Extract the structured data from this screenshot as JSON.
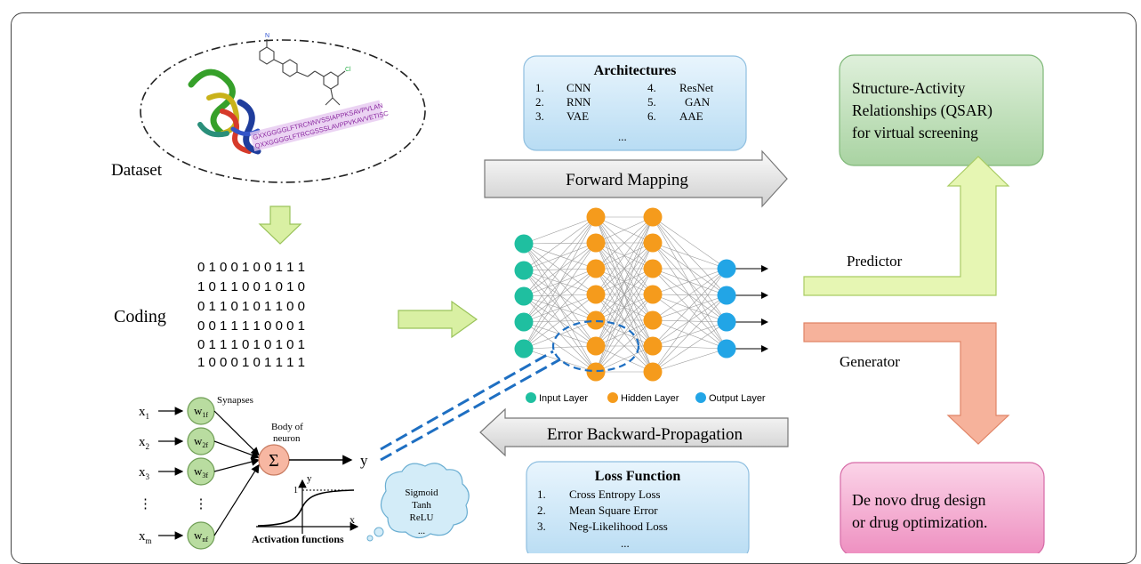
{
  "dataset": {
    "label": "Dataset",
    "sequence_lines": [
      "GXXGGGGLFTRCNNVSSIAPPKSAVPVLAN",
      "QXXGGGGLFTRCGSSSLAVPPVKAVVETISC"
    ]
  },
  "coding": {
    "label": "Coding",
    "matrix": [
      "0 1 0 0 1 0 0 1 1 1",
      "1 0 1 1 0 0 1 0 1 0",
      "0 1 1 0 1 0 1 1 0 0",
      "0 0 1 1 1 1 0 0 0 1",
      "0 1 1 1 0 1 0 1 0 1",
      "1 0 0 0 1 0 1 1 1 1"
    ]
  },
  "architectures": {
    "title": "Architectures",
    "items": [
      {
        "num": "1.",
        "name": "CNN"
      },
      {
        "num": "2.",
        "name": "RNN"
      },
      {
        "num": "3.",
        "name": "VAE"
      },
      {
        "num": "4.",
        "name": "ResNet"
      },
      {
        "num": "5.",
        "name": "GAN"
      },
      {
        "num": "6.",
        "name": "AAE"
      }
    ],
    "more": "..."
  },
  "forward_mapping": "Forward Mapping",
  "error_backward": "Error Backward-Propagation",
  "network_legend": {
    "input": "Input Layer",
    "hidden": "Hidden Layer",
    "output": "Output Layer"
  },
  "loss_function": {
    "title": "Loss Function",
    "items": [
      {
        "num": "1.",
        "name": "Cross Entropy Loss"
      },
      {
        "num": "2.",
        "name": "Mean Square Error"
      },
      {
        "num": "3.",
        "name": "Neg-Likelihood Loss"
      }
    ],
    "more": "..."
  },
  "qsar_box": {
    "lines": [
      "Structure-Activity",
      "Relationships (QSAR)",
      "for virtual screening"
    ]
  },
  "denovo_box": {
    "lines": [
      "De novo drug design",
      "or drug optimization."
    ]
  },
  "predictor_label": "Predictor",
  "generator_label": "Generator",
  "neuron": {
    "inputs": [
      {
        "x": "x",
        "sub": "1"
      },
      {
        "x": "x",
        "sub": "2"
      },
      {
        "x": "x",
        "sub": "3"
      },
      {
        "x": "⋮",
        "sub": ""
      },
      {
        "x": "x",
        "sub": "m"
      }
    ],
    "weights": [
      {
        "w": "w",
        "sub": "1f"
      },
      {
        "w": "w",
        "sub": "2f"
      },
      {
        "w": "w",
        "sub": "3f"
      },
      {
        "w": "⋮",
        "sub": ""
      },
      {
        "w": "w",
        "sub": "nf"
      }
    ],
    "synapses": "Synapses",
    "body_line1": "Body of",
    "body_line2": "neuron",
    "sigma": "Σ",
    "output": "y",
    "activation_label": "Activation functions",
    "plot_y": "y",
    "plot_x": "x",
    "plot_one": "1"
  },
  "cloud": {
    "lines": [
      "Sigmoid",
      "Tanh",
      "ReLU",
      "..."
    ]
  },
  "colors": {
    "blue_box": "#cfe8f8",
    "green_box": "#b9dcb4",
    "pink_box": "#f2a3cb",
    "lime_arrow": "#d9f0a3",
    "salmon_arrow": "#f4a98d",
    "input_node": "#1fbfa0",
    "hidden_node": "#f59b1c",
    "output_node": "#22a5e6"
  }
}
